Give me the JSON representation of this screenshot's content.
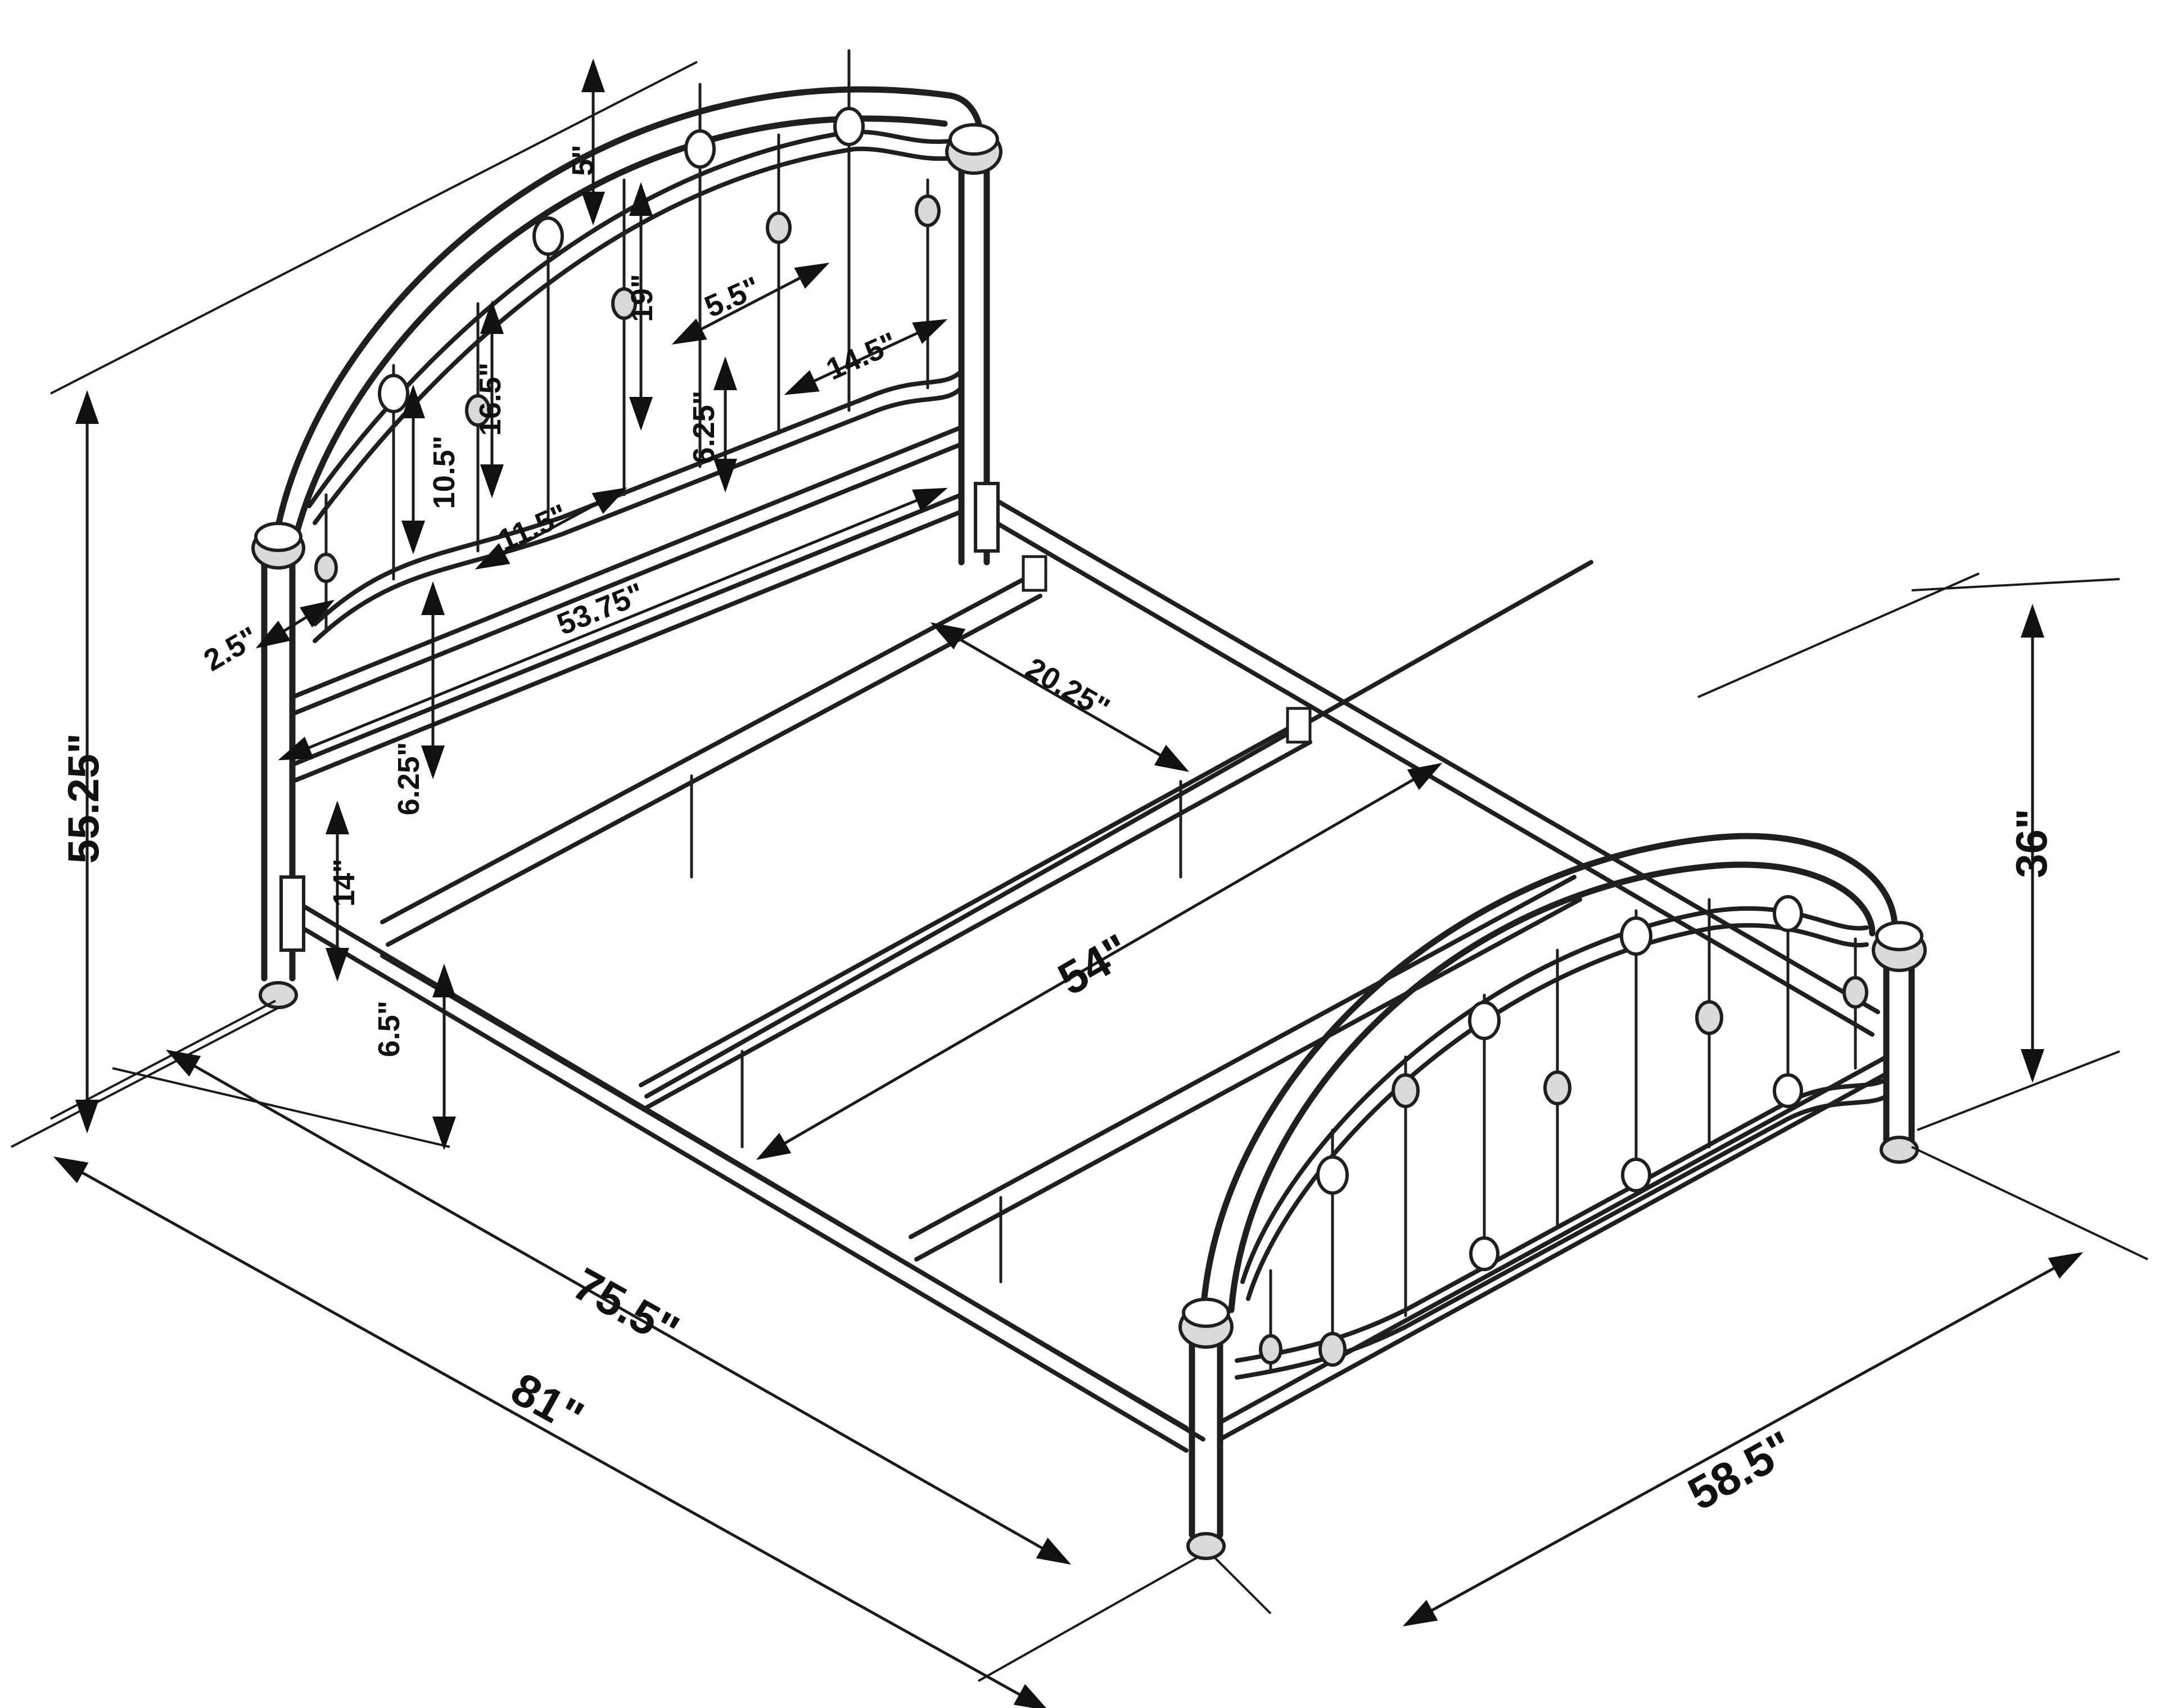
{
  "colors": {
    "line": "#1f1f1f",
    "background": "#ffffff"
  },
  "dimensions": {
    "overall_height": "55.25\"",
    "overall_length": "81\"",
    "rail_length": "75.5\"",
    "overall_width": "58.5\"",
    "footboard_height": "36\"",
    "inner_width": "54\"",
    "slat_spacing": "20.25\"",
    "headboard_width": "53.75\"",
    "arch_drop": "5\"",
    "tall_spindle": "19\"",
    "mid_spindle": "16.5\"",
    "short_spindle": "10.5\"",
    "spindle_gap_wide": "14.5\"",
    "spindle_gap_narrow": "5.5\"",
    "spindle_gap_mid": "11.5\"",
    "lower_panel_height": "6.25\"",
    "upper_rail_gap": "6.25\"",
    "post_offset": "2.5\"",
    "rail_height": "14\"",
    "rail_clearance": "6.5\""
  }
}
